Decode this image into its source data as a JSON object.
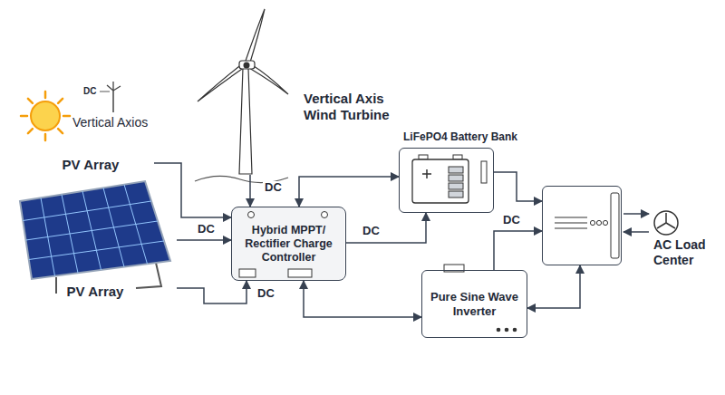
{
  "diagram": {
    "nodes": [
      {
        "text": [
          "PV Array"
        ]
      },
      {
        "text": [
          "Vertical Axis Wind Turbine"
        ]
      },
      {
        "text": [
          "PV Array"
        ]
      },
      {
        "text": [
          "Hybrid MPPT/ Rectifier Charge Controller"
        ]
      },
      {
        "text": [
          "LiFePO4 Battery Bank"
        ]
      },
      {
        "text": [
          "Pure Sine Wave Inverter"
        ]
      },
      {
        "text": [
          "AC Load Center"
        ]
      }
    ],
    "edges": [
      {
        "from": 0,
        "to": 3,
        "arrow": "to"
      },
      {
        "from": 1,
        "to": 3,
        "label": "DC",
        "arrow": "to"
      },
      {
        "from": 2,
        "to": 3,
        "label": "DC",
        "arrow": "to"
      },
      {
        "from": 2,
        "to": 3,
        "label": "DC",
        "arrow": "to"
      },
      {
        "from": 3,
        "to": 4,
        "arrow": "both"
      },
      {
        "from": 3,
        "to": 4,
        "label": "DC",
        "arrow": "to"
      },
      {
        "from": 3,
        "to": 5,
        "arrow": "both"
      },
      {
        "from": 4,
        "to": 6,
        "arrow": "to"
      },
      {
        "from": 5,
        "to": 6,
        "label": "DC",
        "arrow": "to"
      },
      {
        "from": 5,
        "to": 6,
        "arrow": "both"
      }
    ],
    "labels": [
      "DC",
      "Vertical Axios"
    ]
  }
}
